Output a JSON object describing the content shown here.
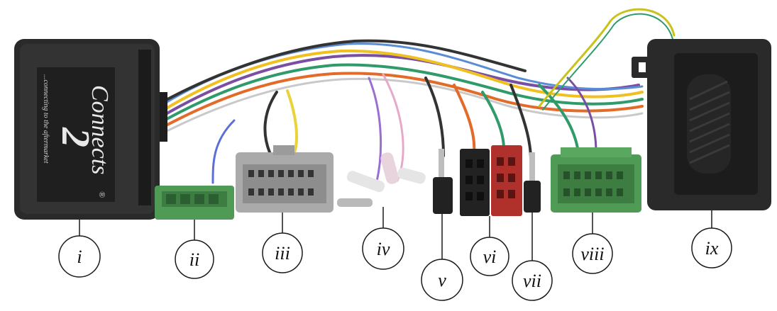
{
  "module_i": {
    "brand": "Connects",
    "brand_numeral": "2",
    "registered_mark": "®",
    "tagline": "...connecting to the aftermarket"
  },
  "callouts": [
    {
      "id": "i",
      "label": "i"
    },
    {
      "id": "ii",
      "label": "ii"
    },
    {
      "id": "iii",
      "label": "iii"
    },
    {
      "id": "iv",
      "label": "iv"
    },
    {
      "id": "v",
      "label": "v"
    },
    {
      "id": "vi",
      "label": "vi"
    },
    {
      "id": "vii",
      "label": "vii"
    },
    {
      "id": "viii",
      "label": "viii"
    },
    {
      "id": "ix",
      "label": "ix"
    }
  ],
  "colors": {
    "module_body": "#2a2a2a",
    "connector_green": "#4f9a55",
    "connector_grey": "#a9aaa9",
    "iso_black": "#222222",
    "iso_red": "#b0302c",
    "callout_stroke": "#1a1a1a"
  }
}
